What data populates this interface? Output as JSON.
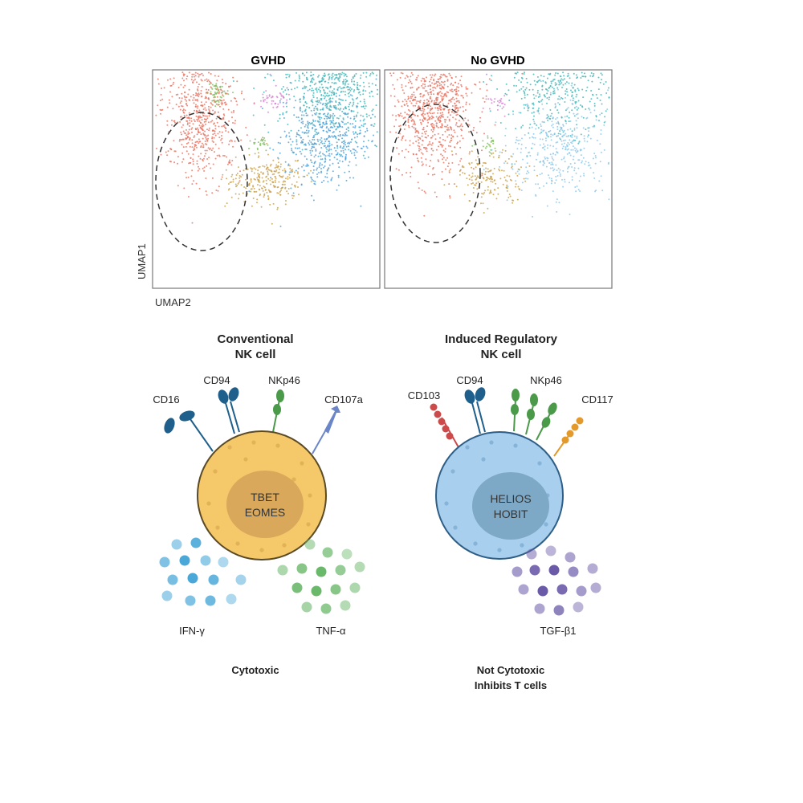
{
  "umap": {
    "panels": [
      {
        "id": "gvhd",
        "title": "GVHD"
      },
      {
        "id": "nogvhd",
        "title": "No GVHD"
      }
    ],
    "xlabel": "UMAP2",
    "ylabel": "UMAP1",
    "clusters": [
      {
        "id": "red",
        "color": "#e8705e"
      },
      {
        "id": "purple",
        "color": "#a98fd4"
      },
      {
        "id": "teal",
        "color": "#3fb6b8"
      },
      {
        "id": "blue",
        "color": "#4a9fd9"
      },
      {
        "id": "gold",
        "color": "#c9a047"
      },
      {
        "id": "green",
        "color": "#7bbf5a"
      },
      {
        "id": "pink",
        "color": "#d67fcf"
      },
      {
        "id": "lightblue",
        "color": "#8cc7ea"
      }
    ]
  },
  "conventional": {
    "title_line1": "Conventional",
    "title_line2": "NK cell",
    "body_color": "#f5c96a",
    "nucleus_color": "#d9a85b",
    "nucleus_line1": "TBET",
    "nucleus_line2": "EOMES",
    "receptors": [
      {
        "label": "CD16",
        "color": "#1f5f8b"
      },
      {
        "label": "CD94",
        "color": "#1f5f8b"
      },
      {
        "label": "NKp46",
        "color": "#4a9a4a"
      },
      {
        "label": "CD107a",
        "color": "#6a86c8"
      }
    ],
    "cytokines": [
      {
        "label": "IFN-γ",
        "color": "#4aa8d8"
      },
      {
        "label": "TNF-α",
        "color": "#6ab86a"
      }
    ],
    "function": "Cytotoxic"
  },
  "regulatory": {
    "title_line1": "Induced Regulatory",
    "title_line2": "NK cell",
    "body_color": "#a8cfee",
    "nucleus_color": "#7ea9c6",
    "nucleus_line1": "HELIOS",
    "nucleus_line2": "HOBIT",
    "receptors": [
      {
        "label": "CD103",
        "color": "#cc4a4a"
      },
      {
        "label": "CD94",
        "color": "#1f5f8b"
      },
      {
        "label": "NKp46",
        "color": "#4a9a4a"
      },
      {
        "label": "CD117",
        "color": "#e49a2a"
      }
    ],
    "cytokines": [
      {
        "label": "TGF-β1",
        "color": "#6a5aa8"
      }
    ],
    "function_line1": "Not Cytotoxic",
    "function_line2": "Inhibits T cells"
  }
}
